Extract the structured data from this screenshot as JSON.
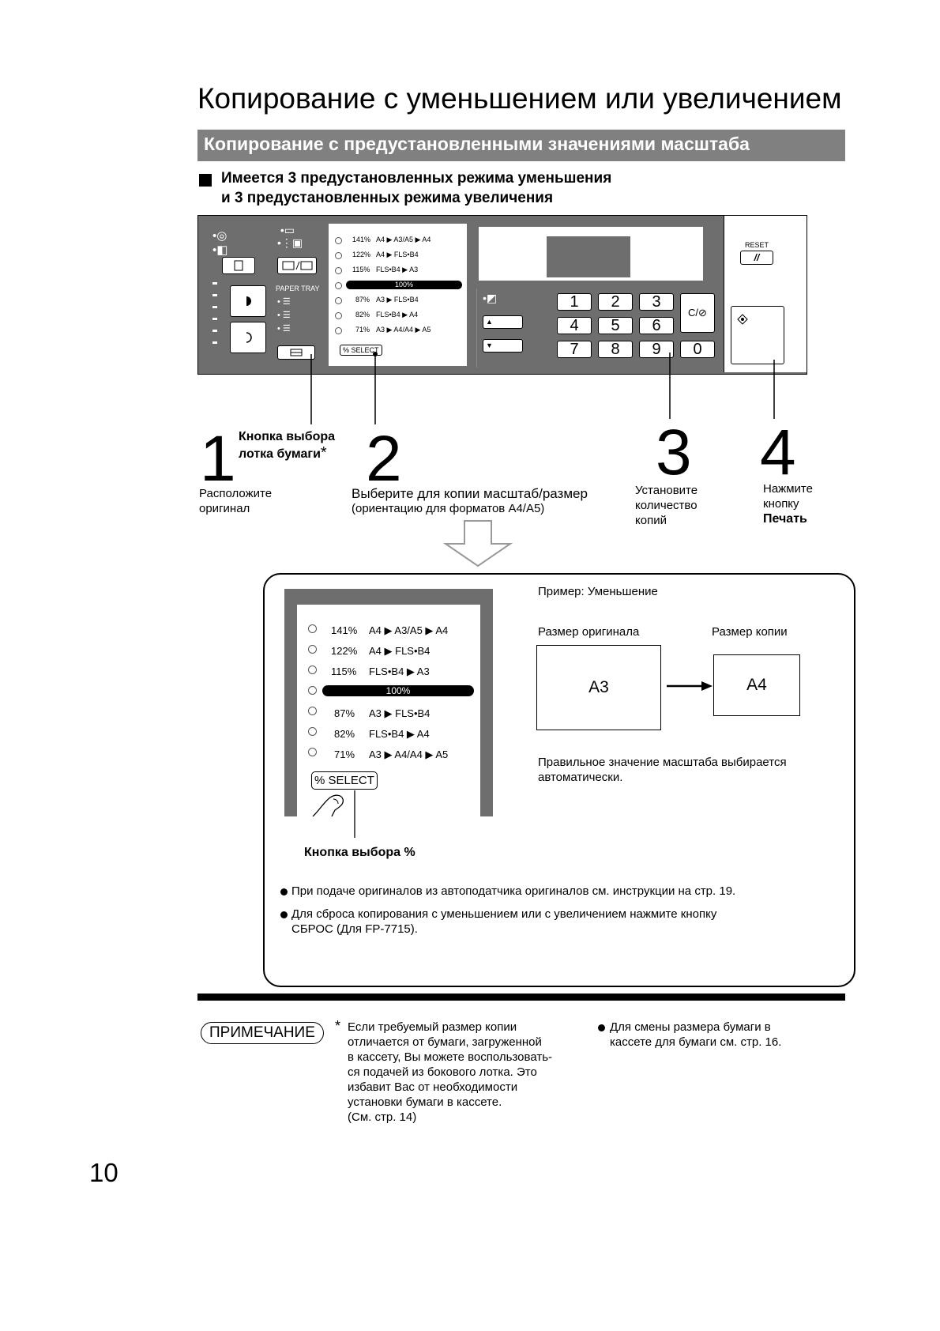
{
  "title": "Копирование с уменьшением или увеличением",
  "subtitle": "Копирование с предустановленными значениями масштаба",
  "heading_line1": "Имеется 3 предустановленных режима уменьшения",
  "heading_line2": "и 3 предустановленных режима увеличения",
  "panel": {
    "paper_tray_label": "PAPER TRAY",
    "reset_label": "RESET",
    "reset_symbol": "//",
    "zoom_options": [
      {
        "pct": "141%",
        "text": "A4 ▶ A3/A5 ▶ A4"
      },
      {
        "pct": "122%",
        "text": "A4 ▶ FLS•B4"
      },
      {
        "pct": "115%",
        "text": "FLS•B4 ▶ A3"
      },
      {
        "pct": "100%",
        "text": ""
      },
      {
        "pct": "87%",
        "text": "A3 ▶ FLS•B4"
      },
      {
        "pct": "82%",
        "text": "FLS•B4 ▶ A4"
      },
      {
        "pct": "71%",
        "text": "A3 ▶ A4/A4 ▶ A5"
      }
    ],
    "select_label": "% SELECT",
    "keys": [
      "1",
      "2",
      "3",
      "4",
      "5",
      "6",
      "7",
      "8",
      "9",
      "0"
    ],
    "clear_label": "C/⊘",
    "up_label": "▲",
    "down_label": "▼"
  },
  "steps": [
    {
      "num": "1",
      "title_line1": "Кнопка выбора",
      "title_line2": "лотка бумаги",
      "star": "*",
      "desc_line1": "Расположите",
      "desc_line2": "оригинал"
    },
    {
      "num": "2",
      "desc_line1": "Выберите для копии масштаб/размер",
      "desc_line2": "(ориентацию для форматов A4/A5)"
    },
    {
      "num": "3",
      "desc_line1": "Установите",
      "desc_line2": "количество",
      "desc_line3": "копий"
    },
    {
      "num": "4",
      "desc_line1": "Нажмите",
      "desc_line2": "кнопку",
      "desc_line3": "Печать"
    }
  ],
  "example": {
    "label": "Пример: Уменьшение",
    "orig_label": "Размер оригинала",
    "copy_label": "Размер копии",
    "orig_size": "A3",
    "copy_size": "A4",
    "auto_line1": "Правильное значение масштаба выбирается",
    "auto_line2": "автоматически.",
    "select_caption": "Кнопка выбора %"
  },
  "bullets": [
    {
      "line1": "При подаче оригиналов из автоподатчика оригиналов см. инструкции на стр. 19."
    },
    {
      "line1": "Для сброса копирования с уменьшением или с увеличением нажмите кнопку",
      "line2": "СБРОС (Для FP-7715)."
    }
  ],
  "note": {
    "label": "ПРИМЕЧАНИЕ",
    "star": "*",
    "left_lines": [
      "Если требуемый размер копии",
      "отличается от бумаги, загруженной",
      "в кассету, Вы можете воспользовать-",
      "ся подачей из бокового лотка. Это",
      "избавит Вас от необходимости",
      "установки бумаги в кассете.",
      "(См. стр. 14)"
    ],
    "right_line1": "Для смены размера бумаги в",
    "right_line2": "кассете для бумаги см. стр. 16."
  },
  "page_number": "10"
}
